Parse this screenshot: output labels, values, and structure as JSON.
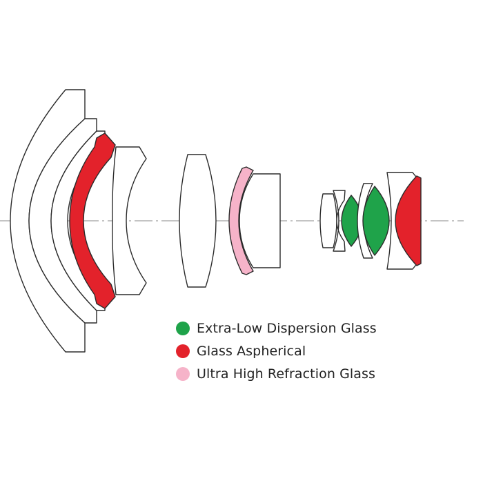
{
  "colors": {
    "outline": "#2b2b2b",
    "plain": "#ffffff",
    "extra_low_dispersion": "#1fa34a",
    "aspherical": "#e3222b",
    "ultra_high_refraction": "#f6b3c9",
    "axis": "#8a8a8a"
  },
  "legend": [
    {
      "key": "extra_low_dispersion",
      "label": "Extra-Low Dispersion Glass"
    },
    {
      "key": "aspherical",
      "label": "Glass Aspherical"
    },
    {
      "key": "ultra_high_refraction",
      "label": "Ultra High Refraction Glass"
    }
  ],
  "elements": [
    {
      "name": "element-1-front-meniscus",
      "glass": "plain"
    },
    {
      "name": "element-2-meniscus",
      "glass": "plain"
    },
    {
      "name": "element-3-meniscus",
      "glass": "plain"
    },
    {
      "name": "element-4-aspherical",
      "glass": "aspherical"
    },
    {
      "name": "element-5-biconcave",
      "glass": "plain"
    },
    {
      "name": "element-6-biconvex",
      "glass": "plain"
    },
    {
      "name": "element-7-ultra-high-refraction",
      "glass": "ultra_high_refraction"
    },
    {
      "name": "element-8-plano-concave",
      "glass": "plain"
    },
    {
      "name": "element-9-small-biconvex",
      "glass": "plain"
    },
    {
      "name": "element-10-meniscus",
      "glass": "plain"
    },
    {
      "name": "element-11-extra-low-dispersion",
      "glass": "extra_low_dispersion"
    },
    {
      "name": "element-12-meniscus",
      "glass": "plain"
    },
    {
      "name": "element-13-extra-low-dispersion",
      "glass": "extra_low_dispersion"
    },
    {
      "name": "element-14-biconcave",
      "glass": "plain"
    },
    {
      "name": "element-15-rear-aspherical",
      "glass": "aspherical"
    }
  ]
}
